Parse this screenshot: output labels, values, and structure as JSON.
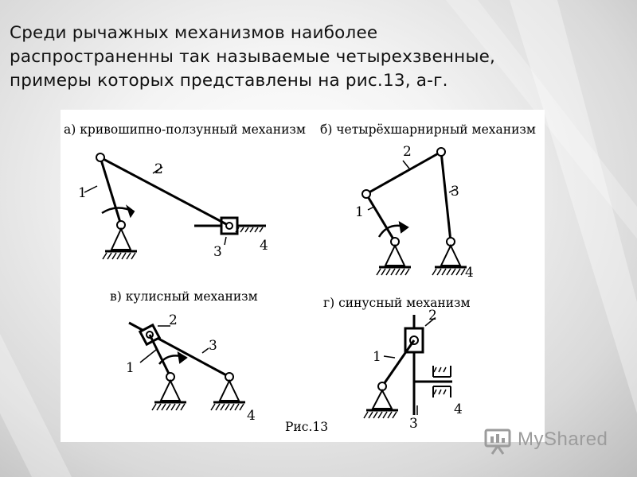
{
  "slide": {
    "title_text": "Среди рычажных механизмов наиболее\nраспространенны так называемые четырехзвенные,\nпримеры которых представлены на рис.13, а-г."
  },
  "figure": {
    "captions": {
      "a": "а) кривошипно-ползунный механизм",
      "b": "б) четырёхшарнирный механизм",
      "v": "в) кулисный механизм",
      "g": "г) синусный механизм"
    },
    "figure_label": "Рис.13",
    "numbers": {
      "a": [
        "1",
        "2",
        "3",
        "4"
      ],
      "b": [
        "1",
        "2",
        "3",
        "4"
      ],
      "v": [
        "1",
        "2",
        "3",
        "4"
      ],
      "g": [
        "1",
        "2",
        "3",
        "4"
      ]
    }
  },
  "watermark": {
    "text": "MyShared"
  }
}
